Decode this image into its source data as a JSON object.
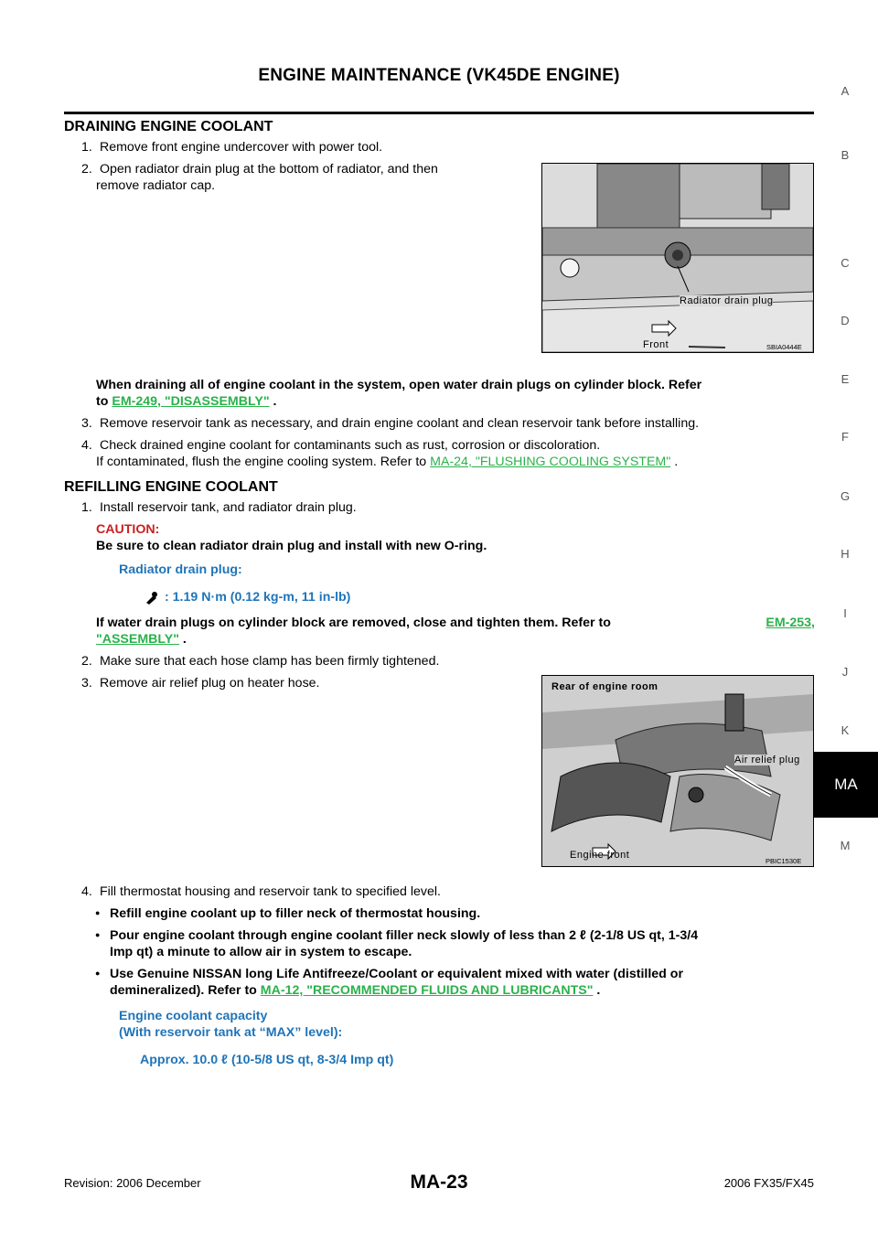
{
  "header": {
    "title": "ENGINE MAINTENANCE (VK45DE ENGINE)"
  },
  "side_tabs": {
    "letters": [
      "A",
      "B",
      "C",
      "D",
      "E",
      "F",
      "G",
      "H",
      "I",
      "J",
      "K",
      "M"
    ],
    "active": "MA"
  },
  "draining": {
    "heading": "DRAINING ENGINE COOLANT",
    "step1": "Remove front engine undercover with power tool.",
    "step2_line1": "Open radiator drain plug at the bottom of radiator, and then",
    "step2_line2": "remove radiator cap.",
    "note_line1": "When draining all of engine coolant in the system, open water drain plugs on cylinder block. Refer",
    "note_prefix": "to",
    "note_link": "EM-249, \"DISASSEMBLY\"",
    "step3": "Remove reservoir tank as necessary, and drain engine coolant and clean reservoir tank before installing.",
    "step4_line1": "Check drained engine coolant for contaminants such as rust, corrosion or discoloration.",
    "step4_line2": "If contaminated, flush the engine cooling system. Refer to",
    "step4_link": "MA-24, \"FLUSHING COOLING SYSTEM\"",
    "figure1": {
      "label_plug": "Radiator drain plug",
      "label_front": "Front",
      "id": "SBIA0444E"
    }
  },
  "refilling": {
    "heading": "REFILLING ENGINE COOLANT",
    "step1": "Install reservoir tank, and radiator drain plug.",
    "caution_title": "CAUTION:",
    "caution_text": "Be sure to clean radiator drain plug and install with new O-ring.",
    "spec_title": "Radiator drain plug:",
    "spec_value": ": 1.19 N·m (0.12 kg-m, 11 in-lb)",
    "note_line1": "If water drain plugs on cylinder block are removed, close and tighten them. Refer to",
    "note_link1": "EM-253,",
    "note_link2": "\"ASSEMBLY\"",
    "step2": "Make sure that each hose clamp has been firmly tightened.",
    "step3": "Remove air relief plug on heater hose.",
    "figure2": {
      "label_top": "Rear of engine room",
      "label_plug": "Air relief plug",
      "label_front": "Engine front",
      "id": "PBIC1530E"
    },
    "step4": "Fill thermostat housing and reservoir tank to specified level.",
    "bullet1": "Refill engine coolant up to filler neck of thermostat housing.",
    "bullet2_line1": "Pour engine coolant through engine coolant filler neck slowly of less than 2  ℓ  (2-1/8 US qt, 1-3/4",
    "bullet2_line2": "Imp qt) a minute to allow air in system to escape.",
    "bullet3_line1": "Use Genuine NISSAN long Life Antifreeze/Coolant or equivalent mixed with water (distilled or",
    "bullet3_prefix": "demineralized). Refer to",
    "bullet3_link": "MA-12, \"RECOMMENDED FLUIDS AND LUBRICANTS\"",
    "capacity_title1": "Engine coolant capacity",
    "capacity_title2": "(With reservoir tank at “MAX” level):",
    "capacity_value": "Approx. 10.0  ℓ  (10-5/8 US qt, 8-3/4 Imp qt)"
  },
  "footer": {
    "revision": "Revision: 2006 December",
    "page": "MA-23",
    "model": "2006 FX35/FX45"
  }
}
